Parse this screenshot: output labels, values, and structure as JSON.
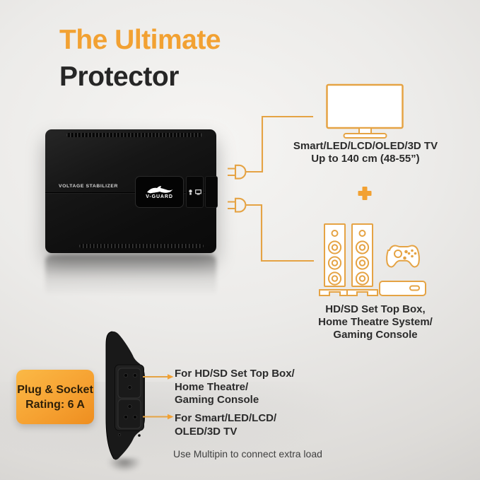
{
  "header": {
    "title_line1": "The Ultimate",
    "title_line2": "Protector"
  },
  "device_front": {
    "panel_label": "VOLTAGE STABILIZER",
    "brand": "V-GUARD"
  },
  "connections": {
    "tv_caption": [
      "Smart/LED/LCD/OLED/3D TV",
      "Up to 140 cm (48-55”)"
    ],
    "av_caption": [
      "HD/SD Set Top Box,",
      "Home Theatre System/",
      "Gaming Console"
    ]
  },
  "rear_panel": {
    "badge_line1": "Plug & Socket",
    "badge_line2": "Rating: 6 A",
    "socket_top_label": [
      "For HD/SD Set Top Box/",
      "Home Theatre/",
      "Gaming Console"
    ],
    "socket_bottom_label": [
      "For Smart/LED/LCD/",
      "OLED/3D TV"
    ],
    "footnote": "Use Multipin to connect extra load"
  },
  "icons": {
    "plus-icon": "+",
    "tv-icon": "television outline",
    "speaker-icon": "tower speaker outline",
    "gamepad-icon": "game controller outline",
    "settop-box-icon": "set top box outline",
    "plug-icon": "two-pin power plug",
    "kangaroo-icon": "v-guard kangaroo logo",
    "arrow-right-icon": "callout arrow"
  },
  "colors": {
    "accent_orange": "#F2A132",
    "icon_stroke": "#E5A344",
    "text_dark": "#2B2B2B",
    "badge_gradient_start": "#FBB946",
    "badge_gradient_end": "#EE8E20"
  }
}
